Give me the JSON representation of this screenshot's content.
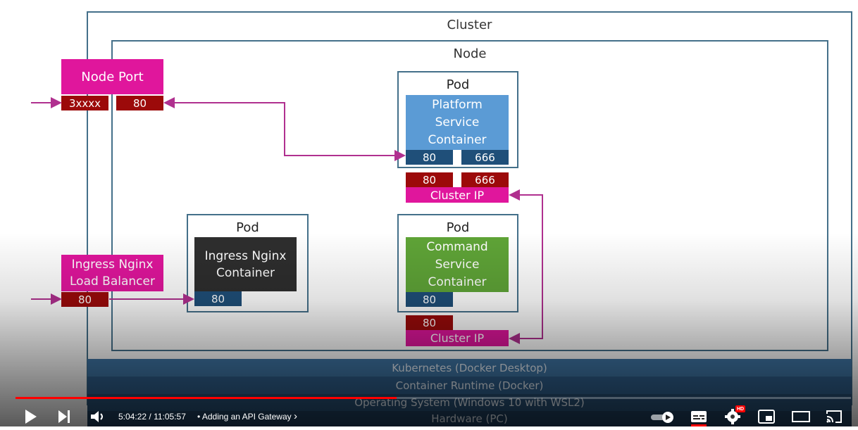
{
  "slide": {
    "cluster_label": "Cluster",
    "node_label": "Node",
    "node_port": {
      "label": "Node Port",
      "external_port": "3xxxx",
      "internal_port": "80"
    },
    "platform_pod": {
      "label": "Pod",
      "container_label": "Platform\nService\nContainer",
      "ports": [
        "80",
        "666"
      ],
      "cluster_ip_ports": [
        "80",
        "666"
      ],
      "cluster_ip_label": "Cluster IP"
    },
    "ingress_pod": {
      "label": "Pod",
      "container_label": "Ingress Nginx\nContainer",
      "port": "80"
    },
    "ingress_lb": {
      "label": "Ingress Nginx\nLoad Balancer",
      "port": "80"
    },
    "command_pod": {
      "label": "Pod",
      "container_label": "Command\nService\nContainer",
      "port": "80",
      "cluster_ip_port": "80",
      "cluster_ip_label": "Cluster IP"
    },
    "stack": [
      "Kubernetes (Docker Desktop)",
      "Container Runtime (Docker)",
      "Operating System (Windows 10 with WSL2)",
      "Hardware (PC)"
    ],
    "colors": {
      "magenta": "#e0169c",
      "port_red": "#9c0a0a",
      "port_blue": "#1f4f79",
      "platform_blue": "#5b9bd5",
      "command_green": "#5fa437",
      "ingress_dark": "#2e2e2e",
      "outline": "#44708a"
    }
  },
  "player": {
    "time_current": "5:04:22",
    "time_sep": " / ",
    "time_total": "11:05:57",
    "chapter_bullet": "•",
    "chapter_title": "Adding an API Gateway",
    "chapter_chevron": "›",
    "progress_fraction": 0.456,
    "hd_badge": "HD",
    "icons": [
      "play-icon",
      "next-icon",
      "volume-icon",
      "autoplay-toggle-icon",
      "subtitles-icon",
      "settings-icon",
      "miniplayer-icon",
      "theater-icon",
      "cast-icon"
    ]
  }
}
